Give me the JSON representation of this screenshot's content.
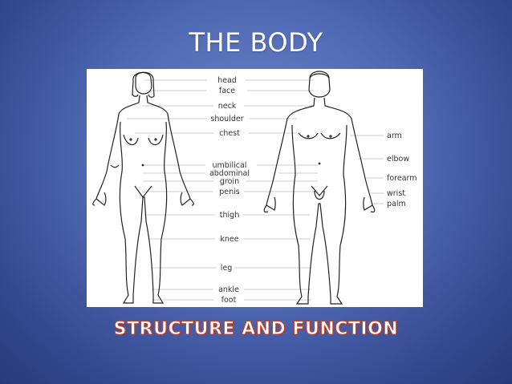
{
  "slide": {
    "title": "THE BODY",
    "subtitle": "STRUCTURE AND FUNCTION"
  },
  "diagram": {
    "center_labels": [
      "head",
      "face",
      "neck",
      "shoulder",
      "chest",
      "umbilical",
      "abdominal",
      "groin",
      "penis",
      "thigh",
      "knee",
      "leg",
      "ankle",
      "foot"
    ],
    "right_labels": [
      "arm",
      "elbow",
      "forearm",
      "wrist",
      "palm"
    ],
    "colors": {
      "line": "#222222",
      "leader": "#b9b9b9",
      "label": "#333333",
      "panel": "#ffffff"
    }
  }
}
